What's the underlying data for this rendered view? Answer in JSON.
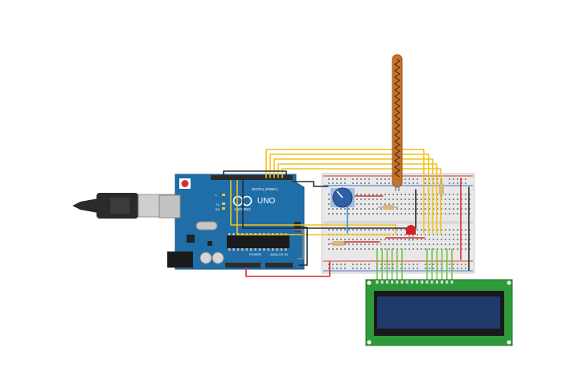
{
  "arduino": {
    "brand": "ARDUINO",
    "model": "UNO",
    "digital_label": "DIGITAL (PWM~)",
    "power_label": "POWER",
    "analog_label": "ANALOG IN",
    "tx_label": "TX",
    "rx_label": "RX",
    "l_label": "L",
    "board_color": "#1f6ea7",
    "header_color": "#2b2b2b"
  },
  "usb_cable": {
    "body_color": "#2a2a2a",
    "plug_color": "#c9c9c9"
  },
  "breadboard": {
    "color": "#e8e8e8",
    "rail_red": "#d33a2c",
    "rail_blue": "#3a6fd3"
  },
  "flex_sensor": {
    "color": "#c8702a",
    "trace_color": "#3a2410"
  },
  "potentiometer": {
    "color": "#2f5fa8"
  },
  "led": {
    "color": "#d32222"
  },
  "lcd": {
    "pcb_color": "#2f9a3a",
    "screen_color": "#1f3a6b",
    "pin_count": 16
  },
  "wires": {
    "yellow": "#f2c21a",
    "green": "#6bc23a",
    "red": "#d92a2a",
    "black": "#2b2b2b",
    "gray": "#8a8a8a",
    "blue": "#3a8fd0"
  }
}
